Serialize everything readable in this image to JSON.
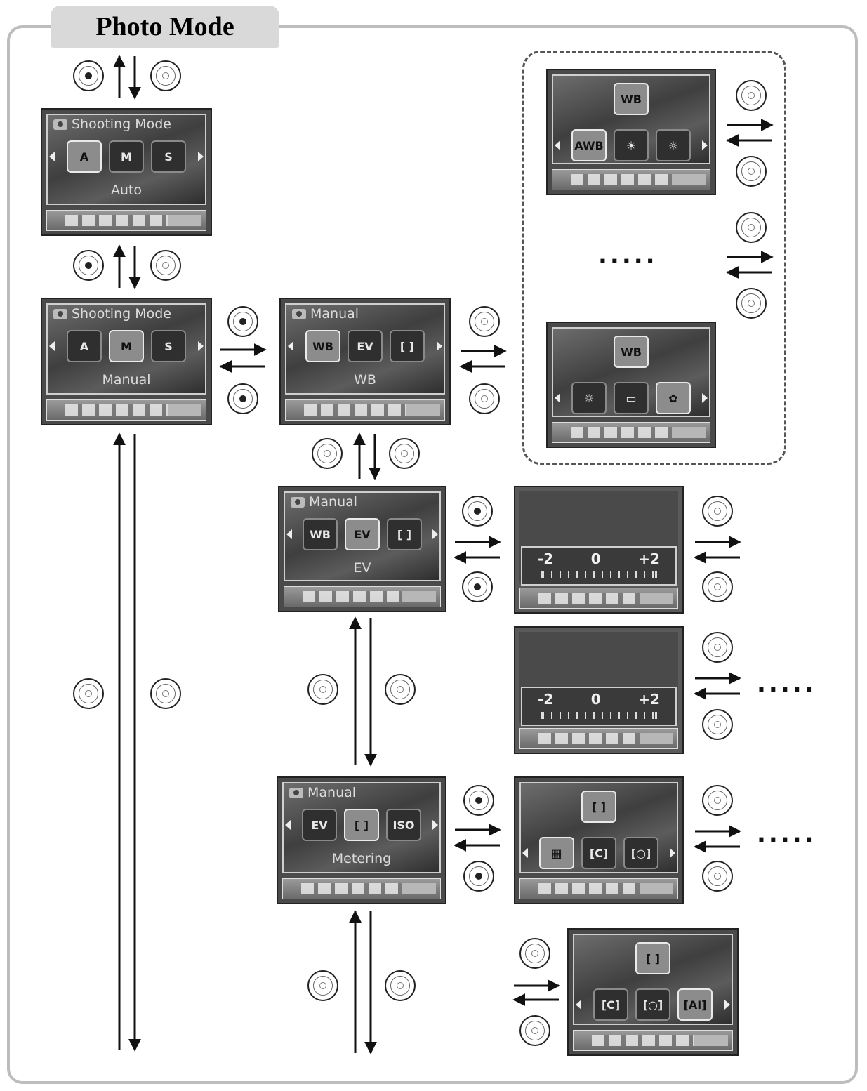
{
  "title": "Photo Mode",
  "screens": {
    "shooting_auto": {
      "header": "Shooting Mode",
      "icons": [
        "A",
        "M",
        "S"
      ],
      "selected": 0,
      "label": "Auto"
    },
    "shooting_manual": {
      "header": "Shooting Mode",
      "icons": [
        "A",
        "M",
        "S"
      ],
      "selected": 1,
      "label": "Manual"
    },
    "manual_wb": {
      "header": "Manual",
      "icons": [
        "WB",
        "EV",
        "[ ]"
      ],
      "selected": 0,
      "label": "WB"
    },
    "manual_ev": {
      "header": "Manual",
      "icons": [
        "WB",
        "EV",
        "[ ]"
      ],
      "selected": 1,
      "label": "EV"
    },
    "manual_metering": {
      "header": "Manual",
      "icons": [
        "EV",
        "[ ]",
        "ISO"
      ],
      "selected": 1,
      "label": "Metering"
    },
    "wb_option_1": {
      "icons": [
        "AWB",
        "☀",
        "☼"
      ],
      "top_icon": "WB"
    },
    "wb_option_2": {
      "icons": [
        "☼",
        "▭",
        "✿"
      ],
      "top_icon": "WB"
    },
    "metering_option_1": {
      "icons": [
        "▦",
        "[C]",
        "[○]"
      ],
      "top_icon": "[ ]"
    },
    "metering_option_2": {
      "icons": [
        "[C]",
        "[○]",
        "[AI]"
      ],
      "top_icon": "[ ]"
    }
  },
  "ev_scale": {
    "min": "-2",
    "mid": "0",
    "max": "+2"
  },
  "ellipsis": "....."
}
